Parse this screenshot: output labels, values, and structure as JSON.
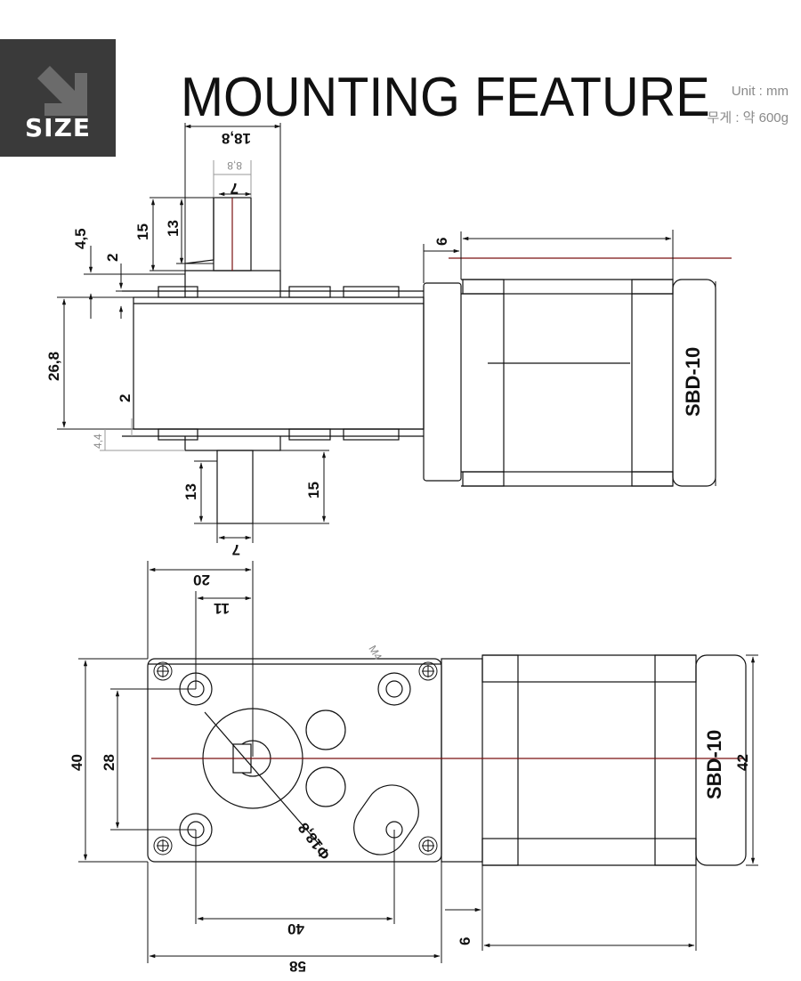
{
  "badge": {
    "label": "SIZE",
    "icon": "arrow-down-right-icon",
    "background": "#3a3a3a"
  },
  "title": "MOUNTING FEATURE",
  "unit_line": "Unit : mm",
  "weight_line": "무게 : 약 600g",
  "colors": {
    "line": "#111111",
    "centerline": "#7a1010",
    "faint": "#999999"
  },
  "side_view": {
    "model_label": "SBD-10",
    "dims": {
      "shaft_box_width": "18,8",
      "shaft_flat": "8,8",
      "shaft_dia_top": "7",
      "h13_top": "13",
      "h15_top": "15",
      "h4_5": "4,5",
      "h2_top": "2",
      "body_height": "26,8",
      "h2_mid": "2",
      "h4_4": "4,4",
      "h13_bottom": "13",
      "h15_bottom": "15",
      "shaft_dia_bottom": "7",
      "flange_6": "6"
    }
  },
  "front_view": {
    "model_label": "SBD-10",
    "dims": {
      "d20": "20",
      "d11": "11",
      "d40_v": "40",
      "d28": "28",
      "phi": "Φ18,8",
      "d40_h": "40",
      "d58": "58",
      "d42": "42",
      "d6": "6",
      "hole_tag": "M4"
    }
  }
}
